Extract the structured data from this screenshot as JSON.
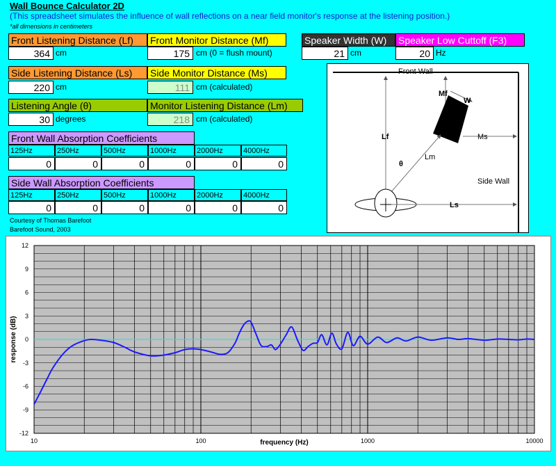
{
  "header": {
    "title": "Wall Bounce Calculator 2D",
    "subtitle": "(This spreadsheet simulates the influence of wall reflections on a near field monitor's response at the listening position.)",
    "note": "*all dimensions in centimeters"
  },
  "inputs": {
    "front_listening": {
      "label": "Front Listening Distance (Lf)",
      "value": "364",
      "unit": "cm"
    },
    "front_monitor": {
      "label": "Front Monitor Distance (Mf)",
      "value": "175",
      "unit": "cm  (0 = flush mount)"
    },
    "speaker_width": {
      "label": "Speaker Width (W)",
      "value": "21",
      "unit": "cm"
    },
    "speaker_cutoff": {
      "label": "Speaker Low Cuttoff (F3)",
      "value": "20",
      "unit": "Hz"
    },
    "side_listening": {
      "label": "Side Listening Distance (Ls)",
      "value": "220",
      "unit": "cm"
    },
    "side_monitor": {
      "label": "Side Monitor Distance (Ms)",
      "value": "111",
      "unit": "cm  (calculated)"
    },
    "listening_angle": {
      "label": "Listening Angle (θ)",
      "value": "30",
      "unit": "degrees"
    },
    "monitor_listening": {
      "label": "Monitor Listening Distance (Lm)",
      "value": "218",
      "unit": "cm  (calculated)"
    }
  },
  "front_wall": {
    "label": "Front Wall Absorption Coefficients",
    "bands": [
      "125Hz",
      "250Hz",
      "500Hz",
      "1000Hz",
      "2000Hz",
      "4000Hz"
    ],
    "values": [
      "0",
      "0",
      "0",
      "0",
      "0",
      "0"
    ]
  },
  "side_wall": {
    "label": "Side Wall Absorption Coefficients",
    "bands": [
      "125Hz",
      "250Hz",
      "500Hz",
      "1000Hz",
      "2000Hz",
      "4000Hz"
    ],
    "values": [
      "0",
      "0",
      "0",
      "0",
      "0",
      "0"
    ]
  },
  "credits": {
    "line1": "Courtesy of Thomas Barefoot",
    "line2": "Barefoot Sound, 2003"
  },
  "diagram": {
    "front_wall": "Front Wall",
    "side_wall": "Side Wall",
    "mf": "Mf",
    "w": "W",
    "lf": "Lf",
    "ms": "Ms",
    "lm": "Lm",
    "theta": "θ",
    "ls": "Ls"
  },
  "colors": {
    "background": "#00ffff",
    "curve": "#1a1aff",
    "zero_line": "#33dddd",
    "plot_bg": "#c0c0c0"
  },
  "chart_data": {
    "type": "line",
    "title": "",
    "xlabel": "frequency (Hz)",
    "ylabel": "response (dB)",
    "xscale": "log",
    "xlim": [
      10,
      10000
    ],
    "ylim": [
      -12,
      12
    ],
    "yticks": [
      12,
      9,
      6,
      3,
      0,
      -3,
      -6,
      -9,
      -12
    ],
    "xticks": [
      10,
      100,
      1000,
      10000
    ],
    "grid": true,
    "series": [
      {
        "x": [
          10,
          11,
          12,
          13,
          15,
          17,
          20,
          22,
          25,
          30,
          35,
          40,
          50,
          60,
          70,
          80,
          90,
          100,
          115,
          130,
          145,
          160,
          170,
          180,
          190,
          200,
          215,
          230,
          250,
          265,
          280,
          300,
          325,
          350,
          380,
          410,
          440,
          470,
          500,
          530,
          570,
          610,
          650,
          700,
          760,
          820,
          900,
          1000,
          1150,
          1300,
          1500,
          1700,
          2000,
          2400,
          3000,
          3500,
          4000,
          5000,
          6000,
          7000,
          8000,
          9000,
          10000
        ],
        "y": [
          -8.3,
          -6.6,
          -5.0,
          -3.6,
          -1.8,
          -0.8,
          -0.15,
          0.0,
          -0.1,
          -0.4,
          -1.0,
          -1.6,
          -2.1,
          -2.0,
          -1.7,
          -1.3,
          -1.2,
          -1.3,
          -1.6,
          -1.9,
          -1.7,
          -0.5,
          0.8,
          1.8,
          2.3,
          2.2,
          0.6,
          -0.8,
          -0.9,
          -0.7,
          -1.3,
          -0.6,
          0.6,
          1.6,
          -0.1,
          -1.4,
          -0.9,
          -0.5,
          -0.4,
          0.6,
          -0.7,
          0.8,
          -0.6,
          -1.2,
          0.9,
          -0.8,
          0.4,
          -0.6,
          0.3,
          -0.4,
          0.2,
          -0.2,
          0.3,
          -0.1,
          0.2,
          0.0,
          0.1,
          -0.1,
          0.05,
          0.0,
          -0.05,
          0.05,
          0.0
        ]
      }
    ]
  }
}
